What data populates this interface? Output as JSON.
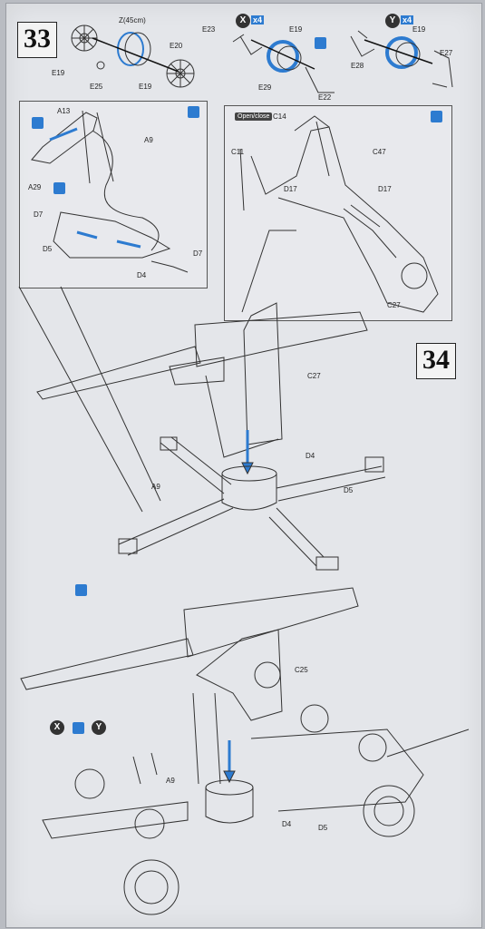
{
  "step_33": {
    "number": "33",
    "top_labels": {
      "z": "Z(45cm)",
      "e20": "E20",
      "e19_left": "E19",
      "e25": "E25",
      "e19_mid": "E19",
      "e23": "E23",
      "e19_x": "E19",
      "e29": "E29",
      "e22": "E22",
      "e28": "E28",
      "e19_y": "E19",
      "e27": "E27"
    },
    "variant_x": {
      "letter": "X",
      "quantity": "x4"
    },
    "variant_y": {
      "letter": "Y",
      "quantity": "x4"
    },
    "inset_left_labels": {
      "a13": "A13",
      "a9": "A9",
      "a29": "A29",
      "d7_left": "D7",
      "d5": "D5",
      "d4": "D4",
      "d7_right": "D7"
    },
    "inset_right_labels": {
      "open_close": "Open/close",
      "c14": "C14",
      "c11": "C11",
      "c47": "C47",
      "d17_left": "D17",
      "d17_right": "D17",
      "c27": "C27"
    }
  },
  "step_34": {
    "number": "34",
    "labels": {
      "c27": "C27",
      "d4": "D4",
      "a9": "A9",
      "d5": "D5"
    }
  },
  "final_assembly": {
    "badges": [
      "X",
      "Y"
    ],
    "labels": {
      "c25": "C25",
      "a9": "A9",
      "d4": "D4",
      "d5": "D5"
    }
  },
  "colors": {
    "accent_blue": "#2d7bd0",
    "line": "#333333",
    "paper": "#e4e6ea"
  }
}
